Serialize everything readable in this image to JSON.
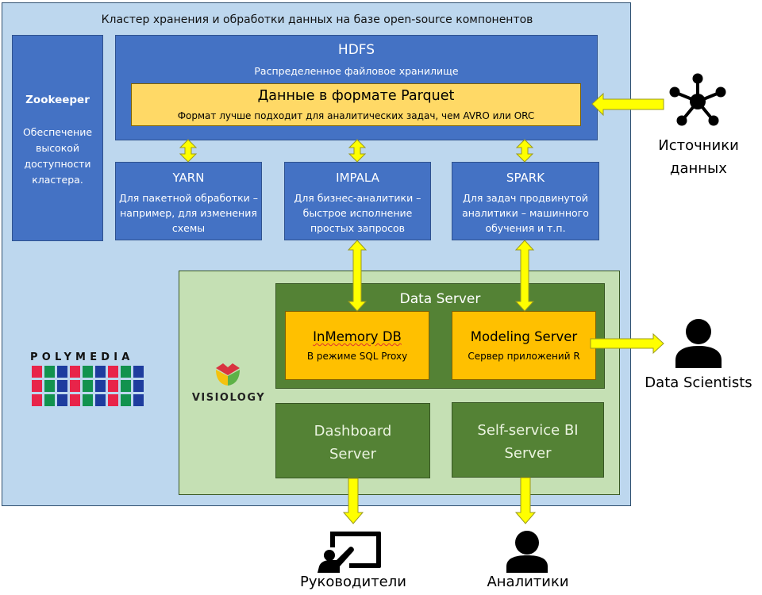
{
  "cluster": {
    "title": "Кластер хранения и обработки данных на базе open-source компонентов"
  },
  "zookeeper": {
    "title": "Zookeeper",
    "description": "Обеспечение высокой доступности кластера."
  },
  "hdfs": {
    "title": "HDFS",
    "subtitle": "Распределенное файловое хранилище",
    "parquet": {
      "title": "Данные в формате Parquet",
      "subtitle": "Формат лучше подходит для аналитических задач, чем AVRO или ORC"
    }
  },
  "services": [
    {
      "title": "YARN",
      "description": "Для пакетной обработки – например, для изменения схемы"
    },
    {
      "title": "IMPALA",
      "description": "Для бизнес-аналитики – быстрое исполнение простых запросов"
    },
    {
      "title": "SPARK",
      "description": "Для задач продвинутой аналитики – машинного обучения и т.п."
    }
  ],
  "visiology": {
    "logo_text": "VISIOLOGY",
    "data_server": {
      "title": "Data Server",
      "inmemory": {
        "title": "InMemory DB",
        "subtitle": "В режиме SQL Proxy"
      },
      "modeling": {
        "title": "Modeling Server",
        "subtitle": "Сервер приложений R"
      }
    },
    "dashboard_server": {
      "line1": "Dashboard",
      "line2": "Server"
    },
    "selfservice_server": {
      "line1": "Self-service BI",
      "line2": "Server"
    }
  },
  "polymedia": {
    "logo_text": "POLYMEDIA",
    "colors": [
      "#E8244A",
      "#12924E",
      "#1E3C9E"
    ]
  },
  "external": {
    "data_sources": {
      "line1": "Источники",
      "line2": "данных",
      "icon": "network-hub-icon"
    },
    "data_scientists": {
      "label": "Data Scientists",
      "icon": "person-icon"
    },
    "managers": {
      "label": "Руководители",
      "icon": "presenter-board-icon"
    },
    "analysts": {
      "label": "Аналитики",
      "icon": "person-icon"
    }
  },
  "colors": {
    "cluster_bg": "#BDD7EE",
    "blue_box": "#4472C4",
    "parquet": "#FFD966",
    "green_area": "#C5E0B4",
    "dark_green": "#548235",
    "orange": "#FFC000",
    "arrow": "#FFFF00"
  }
}
